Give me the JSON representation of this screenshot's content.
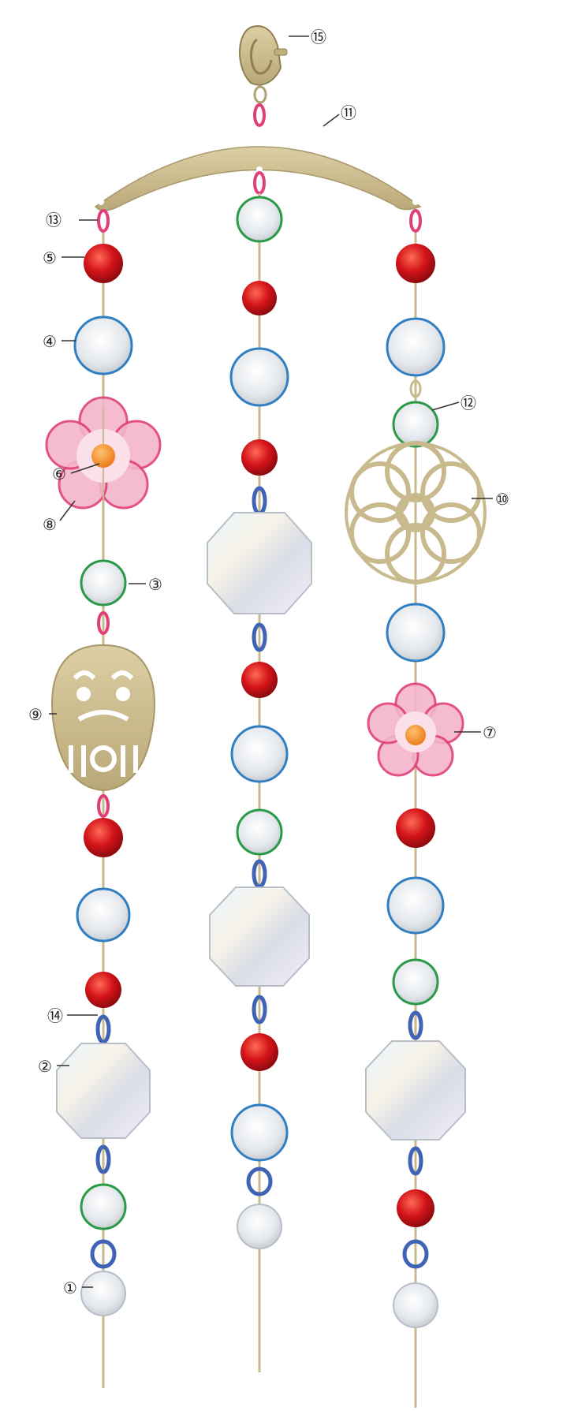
{
  "colors": {
    "gold": "#c9ba8e",
    "gold_dark": "#a89868",
    "pink_ring": "#e0407a",
    "blue_ring": "#3f63b5",
    "red_bead": "#d4141a",
    "clear_bead": "#dfe3e6",
    "ring_green": "#2a9a48",
    "ring_blue": "#2f7fc2",
    "flower_pink": "#f19ab8",
    "orange_bead": "#f39a2e"
  },
  "callouts": {
    "c1": {
      "text": "①",
      "icon": "crystal-drop"
    },
    "c2": {
      "text": "②",
      "icon": "octagon-crystal"
    },
    "c3": {
      "text": "③",
      "icon": "clear-bead-green-ring"
    },
    "c4": {
      "text": "④",
      "icon": "clear-bead-blue-ring"
    },
    "c5": {
      "text": "⑤",
      "icon": "red-bead"
    },
    "c6": {
      "text": "⑥",
      "icon": "orange-bead"
    },
    "c7": {
      "text": "⑦",
      "icon": "pink-flower"
    },
    "c8": {
      "text": "⑧",
      "icon": "pink-flower"
    },
    "c9": {
      "text": "⑨",
      "icon": "daruma-charm"
    },
    "c10": {
      "text": "⑩",
      "icon": "filigree-charm"
    },
    "c11": {
      "text": "⑪",
      "icon": "crescent-bar"
    },
    "c12": {
      "text": "⑫",
      "icon": "gold-jump-ring"
    },
    "c13": {
      "text": "⑬",
      "icon": "pink-jump-ring"
    },
    "c14": {
      "text": "⑭",
      "icon": "blue-jump-ring"
    },
    "c15": {
      "text": "⑮",
      "icon": "lobster-clasp"
    }
  }
}
